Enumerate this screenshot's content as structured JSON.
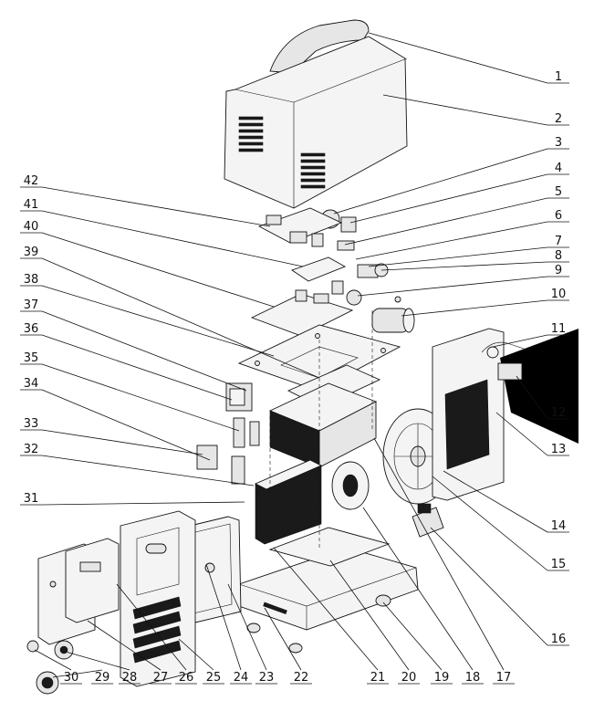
{
  "callouts": [
    {
      "n": "1"
    },
    {
      "n": "2"
    },
    {
      "n": "3"
    },
    {
      "n": "4"
    },
    {
      "n": "5"
    },
    {
      "n": "6"
    },
    {
      "n": "7"
    },
    {
      "n": "8"
    },
    {
      "n": "9"
    },
    {
      "n": "10"
    },
    {
      "n": "11"
    },
    {
      "n": "12"
    },
    {
      "n": "13"
    },
    {
      "n": "14"
    },
    {
      "n": "15"
    },
    {
      "n": "16"
    },
    {
      "n": "17"
    },
    {
      "n": "18"
    },
    {
      "n": "19"
    },
    {
      "n": "20"
    },
    {
      "n": "21"
    },
    {
      "n": "22"
    },
    {
      "n": "23"
    },
    {
      "n": "24"
    },
    {
      "n": "25"
    },
    {
      "n": "26"
    },
    {
      "n": "27"
    },
    {
      "n": "28"
    },
    {
      "n": "29"
    },
    {
      "n": "30"
    },
    {
      "n": "31"
    },
    {
      "n": "32"
    },
    {
      "n": "33"
    },
    {
      "n": "34"
    },
    {
      "n": "35"
    },
    {
      "n": "36"
    },
    {
      "n": "37"
    },
    {
      "n": "38"
    },
    {
      "n": "39"
    },
    {
      "n": "40"
    },
    {
      "n": "41"
    },
    {
      "n": "42"
    }
  ],
  "colors": {
    "ink": "#111111",
    "paper": "#ffffff",
    "shade": "#1a1a1a"
  }
}
